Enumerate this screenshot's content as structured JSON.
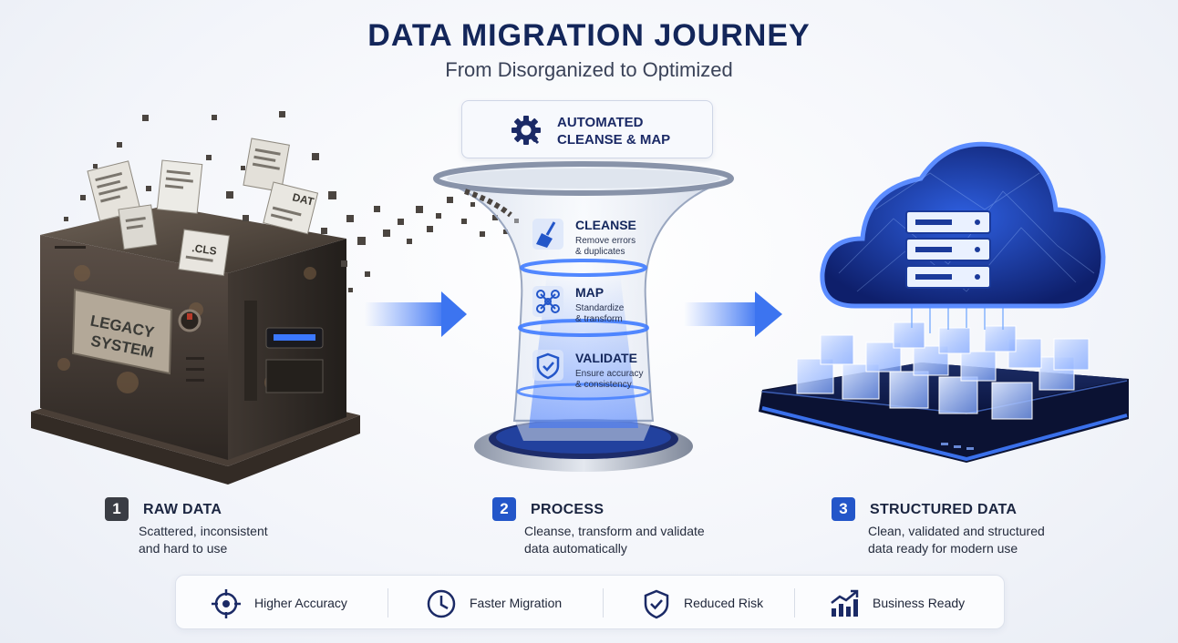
{
  "header": {
    "title": "DATA MIGRATION JOURNEY",
    "subtitle": "From Disorganized to Optimized"
  },
  "automation_badge": {
    "line1": "AUTOMATED",
    "line2": "CLEANSE & MAP",
    "icon": "gear-icon"
  },
  "legacy_system": {
    "label_line1": "LEGACY",
    "label_line2": "SYSTEM",
    "paper_labels": [
      "DAT",
      ".CLS"
    ]
  },
  "funnel_stages": [
    {
      "name": "CLEANSE",
      "desc_line1": "Remove errors",
      "desc_line2": "& duplicates",
      "icon": "broom-icon"
    },
    {
      "name": "MAP",
      "desc_line1": "Standardize",
      "desc_line2": "& transform",
      "icon": "network-icon"
    },
    {
      "name": "VALIDATE",
      "desc_line1": "Ensure accuracy",
      "desc_line2": "& consistency",
      "icon": "shield-check-icon"
    }
  ],
  "steps": [
    {
      "number": "1",
      "title": "RAW DATA",
      "desc_line1": "Scattered, inconsistent",
      "desc_line2": "and hard to use",
      "color": "#3a3d44"
    },
    {
      "number": "2",
      "title": "PROCESS",
      "desc_line1": "Cleanse, transform and validate",
      "desc_line2": "data automatically",
      "color": "#2356c9"
    },
    {
      "number": "3",
      "title": "STRUCTURED DATA",
      "desc_line1": "Clean, validated and structured",
      "desc_line2": "data ready for modern use",
      "color": "#2356c9"
    }
  ],
  "benefits": [
    {
      "label": "Higher Accuracy",
      "icon": "target-icon"
    },
    {
      "label": "Faster Migration",
      "icon": "clock-icon"
    },
    {
      "label": "Reduced Risk",
      "icon": "shield-check-icon"
    },
    {
      "label": "Business Ready",
      "icon": "growth-chart-icon"
    }
  ],
  "colors": {
    "navy": "#13265a",
    "accent_blue": "#2356c9",
    "glow_blue": "#3f7bff",
    "rust": "#5a4636"
  }
}
